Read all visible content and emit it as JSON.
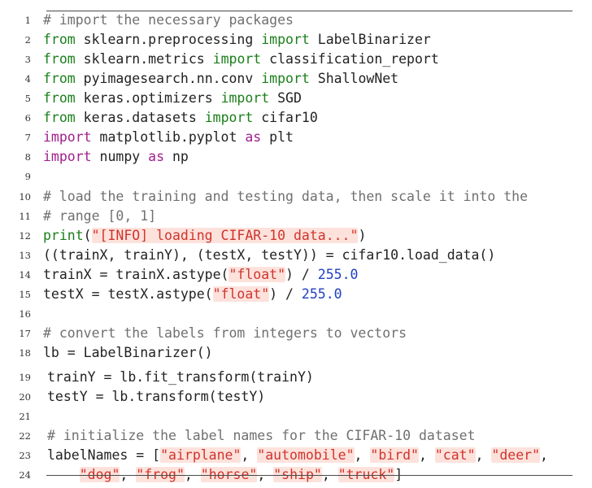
{
  "lines": [
    {
      "n": "1",
      "tokens": [
        {
          "c": "cm",
          "t": "# import the necessary packages"
        }
      ]
    },
    {
      "n": "2",
      "tokens": [
        {
          "c": "kw",
          "t": "from"
        },
        {
          "c": "t",
          "t": " sklearn.preprocessing "
        },
        {
          "c": "kw",
          "t": "import"
        },
        {
          "c": "t",
          "t": " LabelBinarizer"
        }
      ]
    },
    {
      "n": "3",
      "tokens": [
        {
          "c": "kw",
          "t": "from"
        },
        {
          "c": "t",
          "t": " sklearn.metrics "
        },
        {
          "c": "kw",
          "t": "import"
        },
        {
          "c": "t",
          "t": " classification_report"
        }
      ]
    },
    {
      "n": "4",
      "tokens": [
        {
          "c": "kw",
          "t": "from"
        },
        {
          "c": "t",
          "t": " pyimagesearch.nn.conv "
        },
        {
          "c": "kw",
          "t": "import"
        },
        {
          "c": "t",
          "t": " ShallowNet"
        }
      ]
    },
    {
      "n": "5",
      "tokens": [
        {
          "c": "kw",
          "t": "from"
        },
        {
          "c": "t",
          "t": " keras.optimizers "
        },
        {
          "c": "kw",
          "t": "import"
        },
        {
          "c": "t",
          "t": " SGD"
        }
      ]
    },
    {
      "n": "6",
      "tokens": [
        {
          "c": "kw",
          "t": "from"
        },
        {
          "c": "t",
          "t": " keras.datasets "
        },
        {
          "c": "kw",
          "t": "import"
        },
        {
          "c": "t",
          "t": " cifar10"
        }
      ]
    },
    {
      "n": "7",
      "tokens": [
        {
          "c": "kw2",
          "t": "import"
        },
        {
          "c": "t",
          "t": " matplotlib.pyplot "
        },
        {
          "c": "kw2",
          "t": "as"
        },
        {
          "c": "t",
          "t": " plt"
        }
      ]
    },
    {
      "n": "8",
      "tokens": [
        {
          "c": "kw2",
          "t": "import"
        },
        {
          "c": "t",
          "t": " numpy "
        },
        {
          "c": "kw2",
          "t": "as"
        },
        {
          "c": "t",
          "t": " np"
        }
      ]
    },
    {
      "n": "9",
      "tokens": []
    },
    {
      "n": "10",
      "tokens": [
        {
          "c": "cm",
          "t": "# load the training and testing data, then scale it into the"
        }
      ]
    },
    {
      "n": "11",
      "tokens": [
        {
          "c": "cm",
          "t": "# range [0, 1]"
        }
      ]
    },
    {
      "n": "12",
      "tokens": [
        {
          "c": "kw",
          "t": "print"
        },
        {
          "c": "t",
          "t": "("
        },
        {
          "c": "st",
          "t": "\"[INFO] loading CIFAR-10 data...\""
        },
        {
          "c": "t",
          "t": ")"
        }
      ]
    },
    {
      "n": "13",
      "tokens": [
        {
          "c": "t",
          "t": "((trainX, trainY), (testX, testY)) = cifar10.load_data()"
        }
      ]
    },
    {
      "n": "14",
      "tokens": [
        {
          "c": "t",
          "t": "trainX = trainX.astype("
        },
        {
          "c": "st",
          "t": "\"float\""
        },
        {
          "c": "t",
          "t": ") / "
        },
        {
          "c": "num",
          "t": "255.0"
        }
      ]
    },
    {
      "n": "15",
      "tokens": [
        {
          "c": "t",
          "t": "testX = testX.astype("
        },
        {
          "c": "st",
          "t": "\"float\""
        },
        {
          "c": "t",
          "t": ") / "
        },
        {
          "c": "num",
          "t": "255.0"
        }
      ]
    },
    {
      "n": "16",
      "tokens": []
    },
    {
      "n": "17",
      "tokens": [
        {
          "c": "cm",
          "t": "# convert the labels from integers to vectors"
        }
      ]
    },
    {
      "n": "18",
      "tokens": [
        {
          "c": "t",
          "t": "lb = LabelBinarizer()"
        }
      ]
    },
    {
      "n": "19",
      "tokens": [
        {
          "c": "t",
          "t": "trainY = lb.fit_transform(trainY)"
        }
      ]
    },
    {
      "n": "20",
      "tokens": [
        {
          "c": "t",
          "t": "testY = lb.transform(testY)"
        }
      ]
    },
    {
      "n": "21",
      "tokens": []
    },
    {
      "n": "22",
      "tokens": [
        {
          "c": "cm",
          "t": "# initialize the label names for the CIFAR-10 dataset"
        }
      ]
    },
    {
      "n": "23",
      "tokens": [
        {
          "c": "t",
          "t": "labelNames = ["
        },
        {
          "c": "st",
          "t": "\"airplane\""
        },
        {
          "c": "t",
          "t": ", "
        },
        {
          "c": "st",
          "t": "\"automobile\""
        },
        {
          "c": "t",
          "t": ", "
        },
        {
          "c": "st",
          "t": "\"bird\""
        },
        {
          "c": "t",
          "t": ", "
        },
        {
          "c": "st",
          "t": "\"cat\""
        },
        {
          "c": "t",
          "t": ", "
        },
        {
          "c": "st",
          "t": "\"deer\""
        },
        {
          "c": "t",
          "t": ","
        }
      ]
    },
    {
      "n": "24",
      "tokens": [
        {
          "c": "t",
          "t": "    "
        },
        {
          "c": "st",
          "t": "\"dog\""
        },
        {
          "c": "t",
          "t": ", "
        },
        {
          "c": "st",
          "t": "\"frog\""
        },
        {
          "c": "t",
          "t": ", "
        },
        {
          "c": "st",
          "t": "\"horse\""
        },
        {
          "c": "t",
          "t": ", "
        },
        {
          "c": "st",
          "t": "\"ship\""
        },
        {
          "c": "t",
          "t": ", "
        },
        {
          "c": "st",
          "t": "\"truck\""
        },
        {
          "c": "t",
          "t": "]"
        }
      ]
    }
  ]
}
